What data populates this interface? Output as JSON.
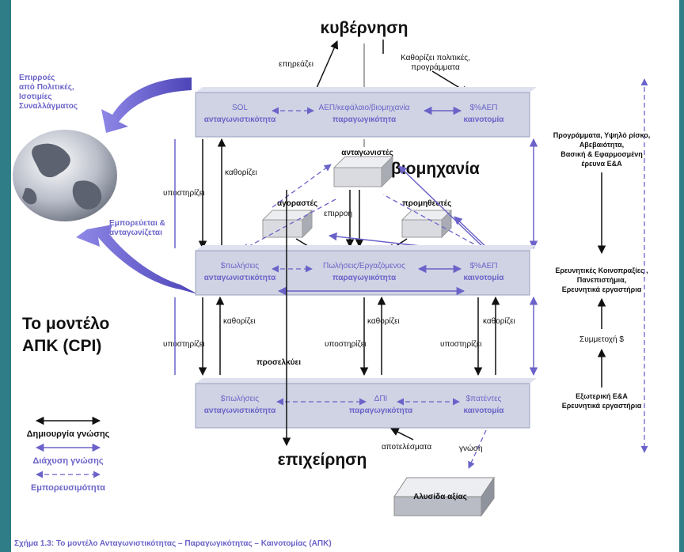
{
  "top": {
    "government": "κυβέρνηση",
    "influences": "επηρεάζει",
    "sets_policies_1": "Καθορίζει πολιτικές,",
    "sets_policies_2": "προγράμματα"
  },
  "left_notes": {
    "influences_1": "Επιρροές",
    "influences_2": "από Πολιτικές,",
    "influences_3": "Ισοτιμίες",
    "influences_4": "Συναλλάγματος",
    "trades_1": "Εμπορεύεται &",
    "trades_2": "ανταγωνίζεται"
  },
  "rows": {
    "gov": {
      "left_a": "SOL",
      "left_b": "ανταγωνιστικότητα",
      "mid_a": "ΑΕΠ/κεφάλαιο/βιομηχανία",
      "mid_b": "παραγωγικότητα",
      "right_a": "$%ΑΕΠ",
      "right_b": "καινοτομία"
    },
    "industry": {
      "left_a": "$πωλήσεις",
      "left_b": "ανταγωνιστικότητα",
      "mid_a": "Πωλήσεις/Εργαζόμενος",
      "mid_b": "παραγωγικότητα",
      "right_a": "$%ΑΕΠ",
      "right_b": "καινοτομία"
    },
    "firm": {
      "left_a": "$πωλήσεις",
      "left_b": "ανταγωνιστικότητα",
      "mid_a": "ΔΠΙ",
      "mid_b": "παραγωγικότητα",
      "right_a": "$πατέντες",
      "right_b": "καινοτομία"
    }
  },
  "industry": {
    "title": "βιομηχανία",
    "competitors": "ανταγωνιστές",
    "buyers": "αγοραστές",
    "suppliers": "προμηθευτές",
    "influence": "επιρροή"
  },
  "links": {
    "sets": "καθορίζει",
    "supports": "υποστηρίζει",
    "attracts": "προσελκύει"
  },
  "model": {
    "line1": "Το μοντέλο",
    "line2": "ΑΠΚ (CPI)"
  },
  "firm": {
    "title": "επιχείρηση",
    "results": "αποτελέσματα",
    "knowledge": "γνώση",
    "value_chain": "Αλυσίδα αξίας"
  },
  "legend": {
    "creation": "Δημιουργία γνώσης",
    "diffusion": "Διάχυση γνώσης",
    "commercialization": "Εμπορευσιμότητα"
  },
  "right_notes": {
    "programs_1": "Προγράμματα, Υψηλό ρίσκο,",
    "programs_2": "Αβεβαιότητα,",
    "programs_3": "Βασική & Εφαρμοσμένη",
    "programs_4": "έρευνα Ε&Α",
    "partners_1": "Ερευνητικές Κοινοπραξίες ,",
    "partners_2": "Πανεπιστήμια,",
    "partners_3": "Ερευνητικά εργαστήρια",
    "participation": "Συμμετοχή $",
    "external_1": "Εξωτερική Ε&Α",
    "external_2": "Ερευνητικά εργαστήρια"
  },
  "caption": "Σχήμα 1.3: Το μοντέλο Ανταγωνιστικότητας – Παραγωγικότητας – Καινοτομίας (ΑΠΚ)",
  "colors": {
    "frame": "#2f7d86",
    "accent": "#6b63c9",
    "box": "#cfd3e3"
  }
}
